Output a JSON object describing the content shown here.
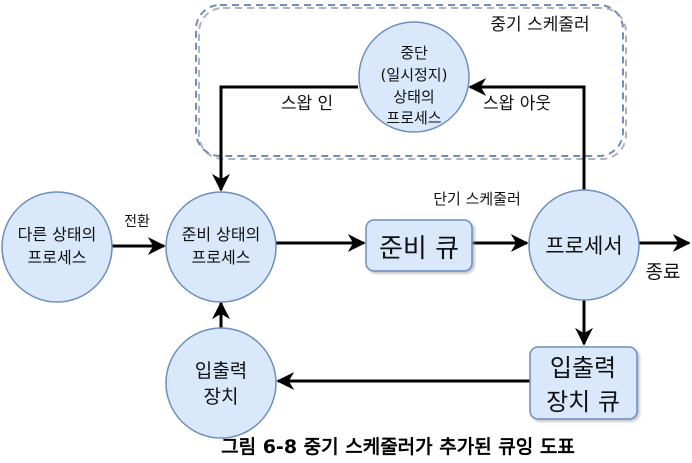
{
  "diagram": {
    "colors": {
      "node_fill": "#dae8fc",
      "node_stroke": "#6c8ebf",
      "edge": "#000000",
      "group_border": "#6c8ebf",
      "group_shadow": "#b3b3b3"
    },
    "group": {
      "label": "중기 스케줄러"
    },
    "nodes": {
      "suspended": [
        "중단",
        "(일시정지)",
        "상태의",
        "프로세스"
      ],
      "other_state": [
        "다른 상태의",
        "프로세스"
      ],
      "ready_state": [
        "준비 상태의",
        "프로세스"
      ],
      "ready_queue": [
        "준비 큐"
      ],
      "processor": [
        "프로세서"
      ],
      "io_device": [
        "입출력",
        "장치"
      ],
      "io_queue": [
        "입출력",
        "장치 큐"
      ]
    },
    "edge_labels": {
      "swap_in": "스왑 인",
      "swap_out": "스왑 아웃",
      "transition": "전환",
      "short_term_scheduler": "단기 스케줄러",
      "exit": "종료"
    },
    "caption": "그림 6-8 중기 스케줄러가 추가된 큐잉 도표"
  }
}
